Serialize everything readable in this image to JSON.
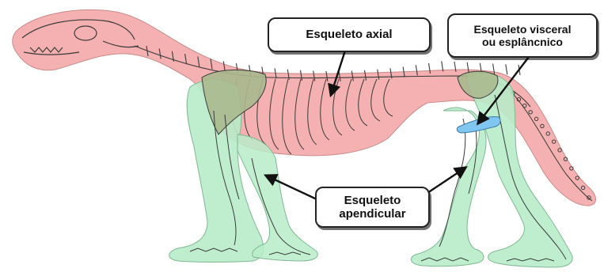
{
  "labels": {
    "axial": "Esqueleto axial",
    "visceral": "Esqueleto visceral\nou esplâncnico",
    "apendicular": "Esqueleto\napendicular"
  },
  "colors": {
    "axial_fill": "#f4a9a8",
    "appendicular_fill": "#b8ecc9",
    "visceral_fill": "#7fc7f0",
    "bone_line": "#3a3a3a",
    "scapula_fill": "#a9b98e"
  }
}
